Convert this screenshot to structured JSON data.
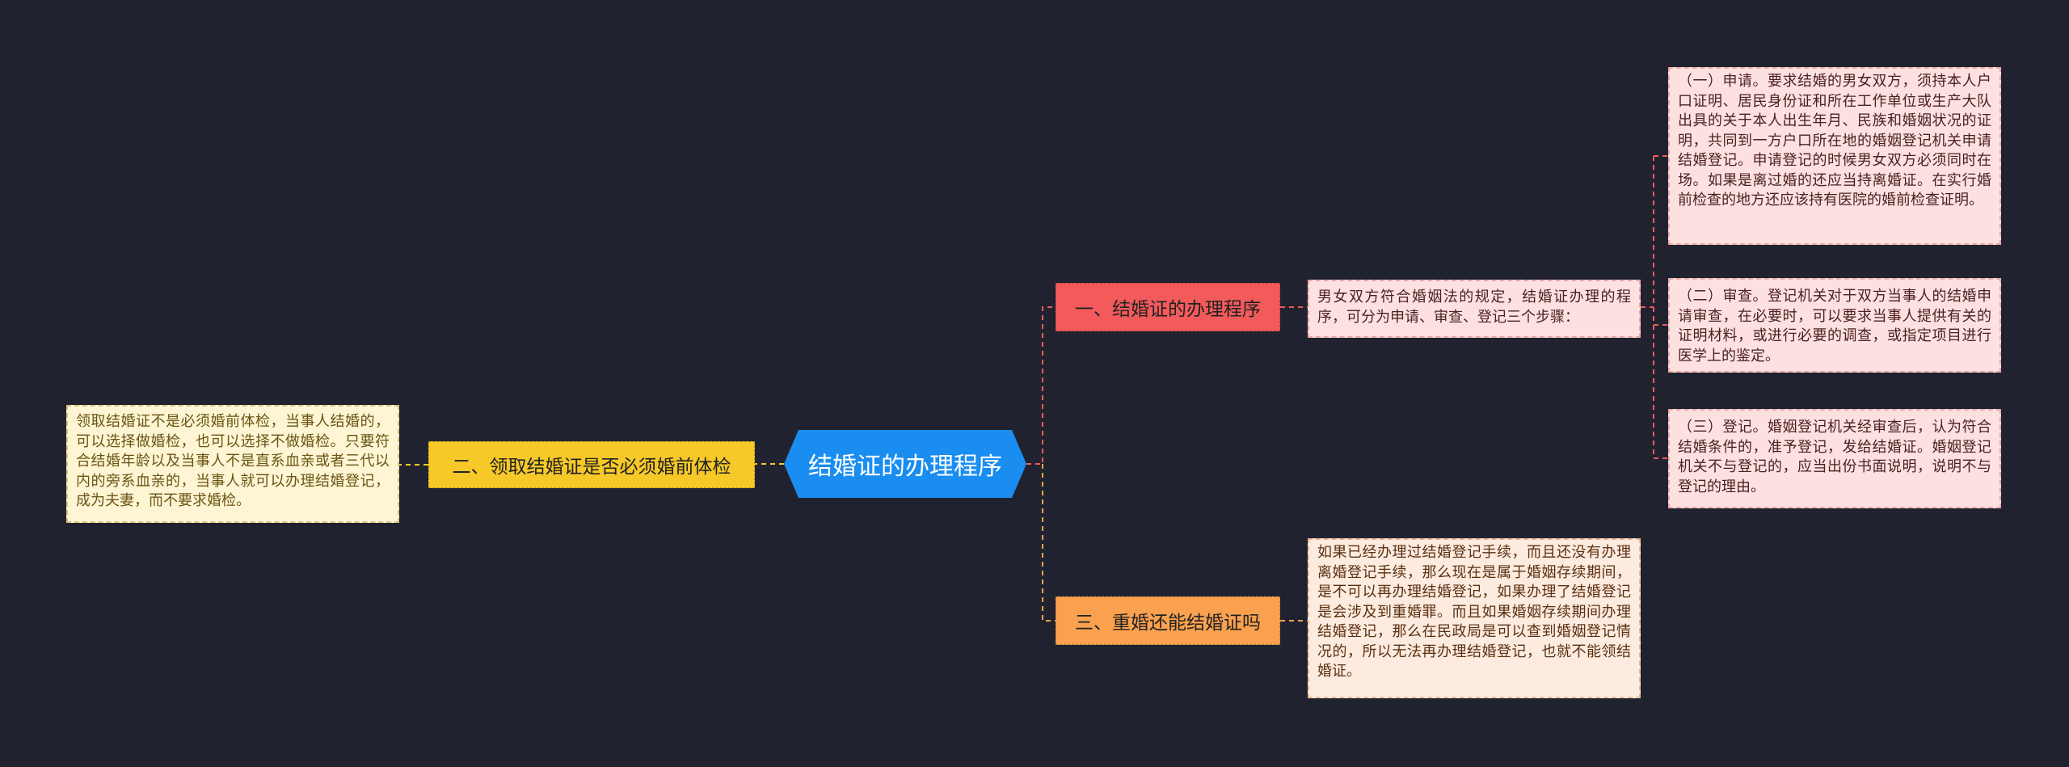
{
  "colors": {
    "background": "#20232f",
    "center": "#1a8df0",
    "branch_red": "#f25a5b",
    "branch_yellow": "#f6c828",
    "branch_orange": "#f9a14f"
  },
  "center": {
    "title": "结婚证的办理程序"
  },
  "branches": {
    "procedure": {
      "label": "一、结婚证的办理程序",
      "note": "男女双方符合婚姻法的规定，结婚证办理的程序，可分为申请、审查、登记三个步骤：",
      "steps": [
        {
          "text": "（一）申请。要求结婚的男女双方，须持本人户口证明、居民身份证和所在工作单位或生产大队出具的关于本人出生年月、民族和婚姻状况的证明，共同到一方户口所在地的婚姻登记机关申请结婚登记。申请登记的时候男女双方必须同时在场。如果是离过婚的还应当持离婚证。在实行婚前检查的地方还应该持有医院的婚前检查证明。"
        },
        {
          "text": "（二）审查。登记机关对于双方当事人的结婚申请审查，在必要时，可以要求当事人提供有关的证明材料，或进行必要的调查，或指定项目进行医学上的鉴定。"
        },
        {
          "text": "（三）登记。婚姻登记机关经审查后，认为符合结婚条件的，准予登记，发给结婚证。婚姻登记机关不与登记的，应当出份书面说明，说明不与登记的理由。"
        }
      ]
    },
    "premarital_check": {
      "label": "二、领取结婚证是否必须婚前体检",
      "note": "领取结婚证不是必须婚前体检，当事人结婚的，可以选择做婚检，也可以选择不做婚检。只要符合结婚年龄以及当事人不是直系血亲或者三代以内的旁系血亲的，当事人就可以办理结婚登记，成为夫妻，而不要求婚检。"
    },
    "bigamy": {
      "label": "三、重婚还能结婚证吗",
      "note": "如果已经办理过结婚登记手续，而且还没有办理离婚登记手续，那么现在是属于婚姻存续期间，是不可以再办理结婚登记，如果办理了结婚登记是会涉及到重婚罪。而且如果婚姻存续期间办理结婚登记，那么在民政局是可以查到婚姻登记情况的，所以无法再办理结婚登记，也就不能领结婚证。"
    }
  }
}
